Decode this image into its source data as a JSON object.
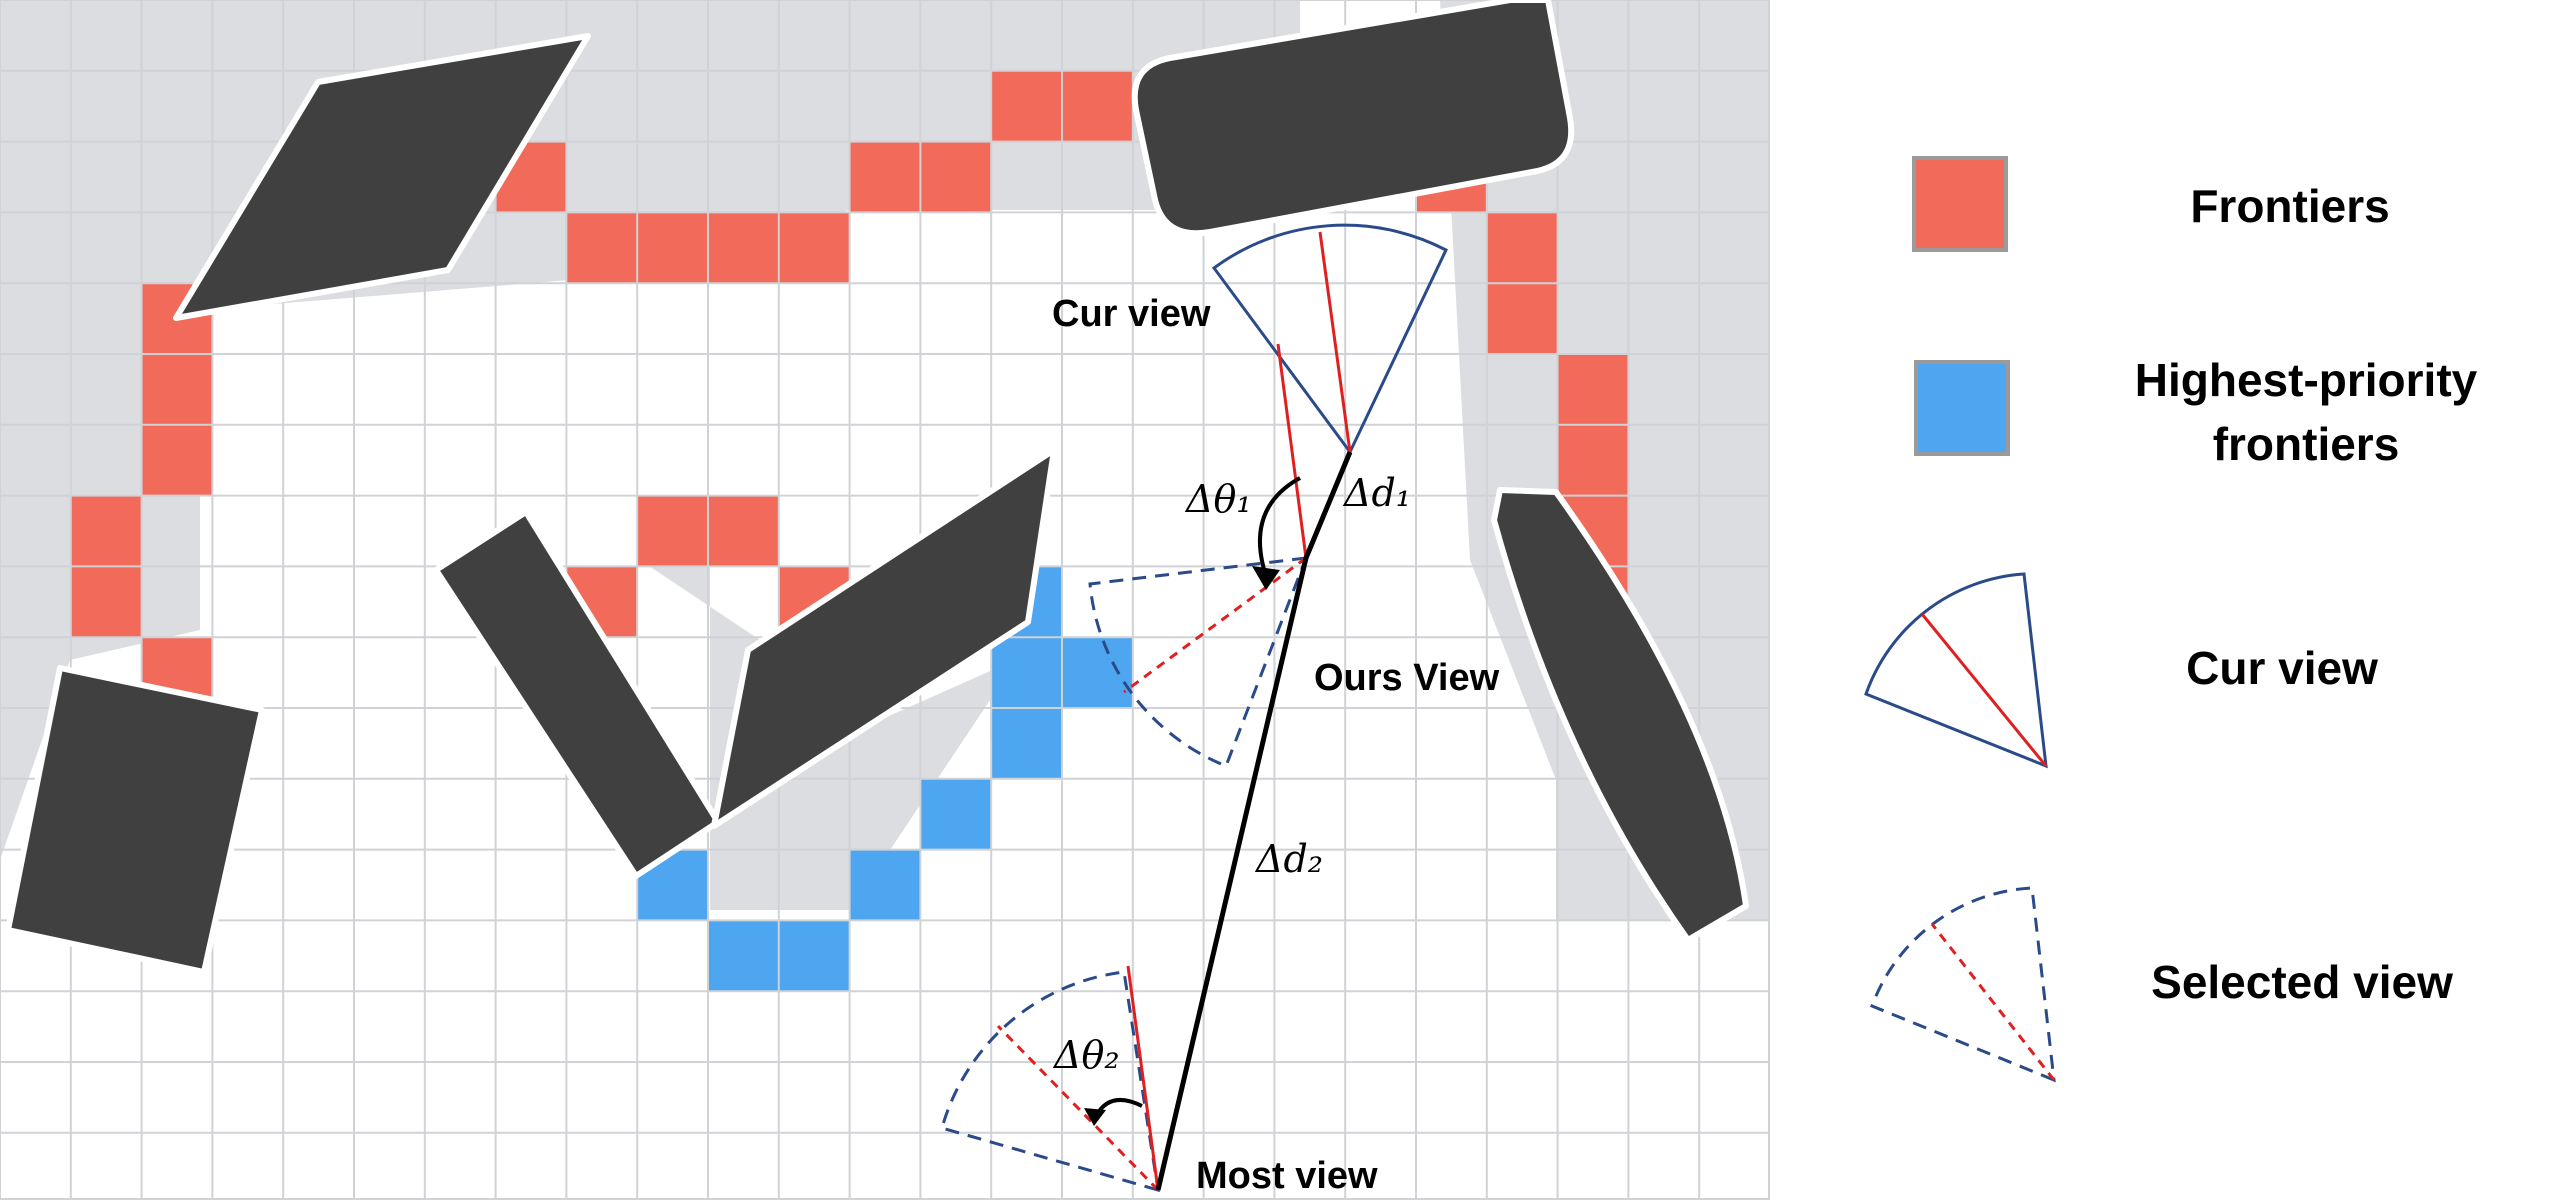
{
  "colors": {
    "frontier": "#f26a5a",
    "highest_priority": "#4da6ef",
    "obstacle": "#404040",
    "unknown": "#dcdde0",
    "grid_line": "#d0d2d5",
    "view_outline": "#2a4a8a",
    "view_ray": "#e02020"
  },
  "labels": {
    "cur_view": "Cur view",
    "ours_view": "Ours View",
    "most_view": "Most view",
    "d_theta_1": "Δθ₁",
    "d_theta_2": "Δθ₂",
    "d_d_1": "Δd₁",
    "d_d_2": "Δd₂"
  },
  "legend": {
    "frontiers": "Frontiers",
    "highest_priority_line1": "Highest-priority",
    "highest_priority_line2": "frontiers",
    "cur_view": "Cur view",
    "selected_view": "Selected view"
  }
}
